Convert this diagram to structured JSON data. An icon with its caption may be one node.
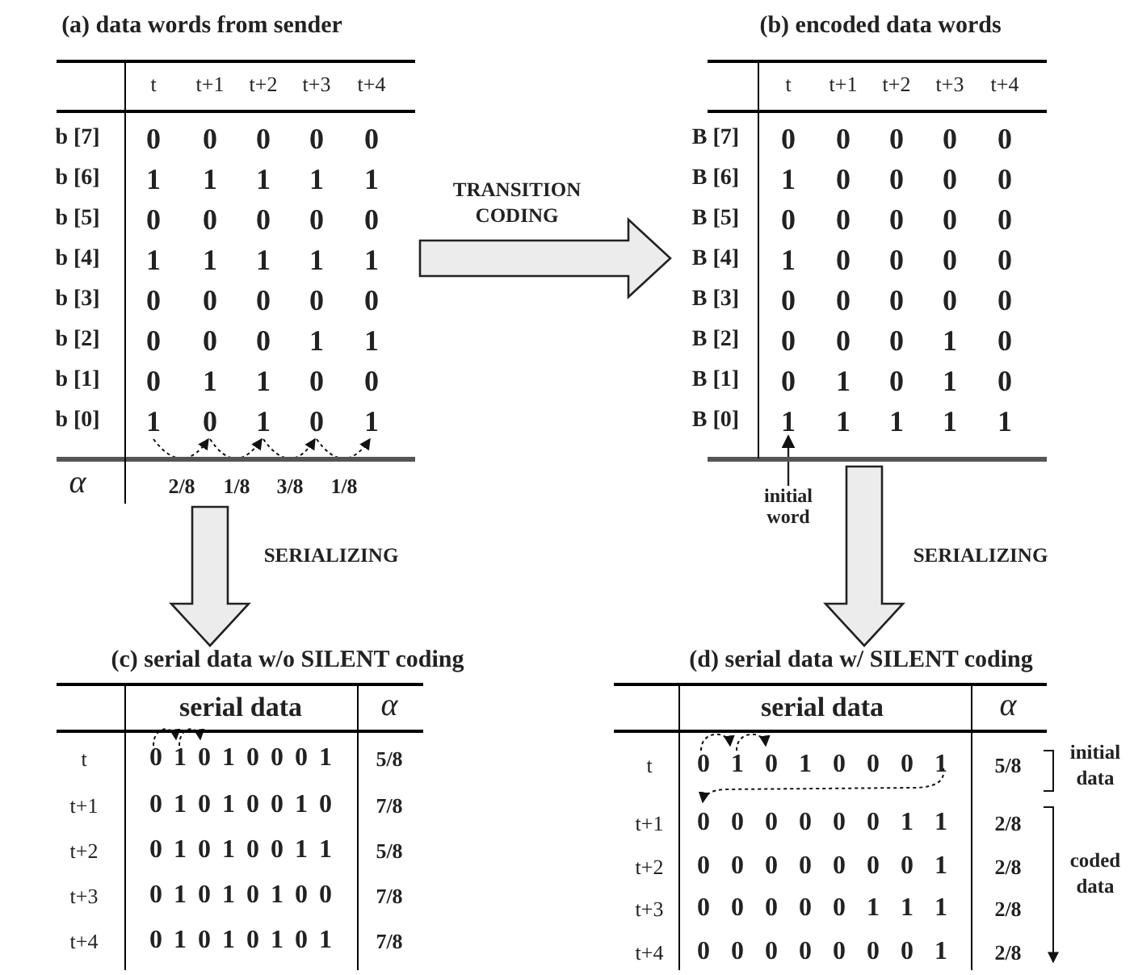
{
  "diagram": {
    "nodes": [
      {
        "text": [
          "(a) data words from sender"
        ]
      },
      {
        "text": [
          "(b) encoded data words"
        ]
      },
      {
        "text": [
          "(c) serial data w/o SILENT coding"
        ]
      },
      {
        "text": [
          "(d) serial data w/ SILENT coding"
        ]
      },
      {
        "text": [
          "initial word"
        ]
      },
      {
        "text": [
          "1"
        ],
        "in": 1
      }
    ],
    "edges": [
      {
        "from": 0,
        "to": 1,
        "arrow": "to",
        "label": "TRANSITION CODING",
        "style": "thick"
      },
      {
        "from": 0,
        "to": 2,
        "arrow": "to",
        "label": "SERIALIZING",
        "style": "thick"
      },
      {
        "from": 1,
        "to": 3,
        "arrow": "to",
        "label": "SERIALIZING",
        "style": "thick"
      },
      {
        "from": 4,
        "to": 5,
        "arrow": "to"
      }
    ],
    "labels": [
      "t",
      "t+1",
      "t+2",
      "t+3",
      "t+4",
      "b [7]",
      "0",
      "0",
      "0",
      "0",
      "0",
      "b [6]",
      "1",
      "1",
      "1",
      "1",
      "1",
      "b [5]",
      "0",
      "0",
      "0",
      "0",
      "0",
      "b [4]",
      "1",
      "1",
      "1",
      "1",
      "1",
      "b [3]",
      "0",
      "0",
      "0",
      "0",
      "0",
      "b [2]",
      "0",
      "0",
      "0",
      "1",
      "1",
      "b [1]",
      "0",
      "1",
      "1",
      "0",
      "0",
      "b [0]",
      "1",
      "0",
      "1",
      "0",
      "1",
      "α",
      "2/8",
      "1/8",
      "3/8",
      "1/8",
      "t",
      "t+1",
      "t+2",
      "t+3",
      "t+4",
      "B [7]",
      "0",
      "0",
      "0",
      "0",
      "0",
      "B [6]",
      "1",
      "0",
      "0",
      "0",
      "0",
      "B [5]",
      "0",
      "0",
      "0",
      "0",
      "0",
      "B [4]",
      "1",
      "0",
      "0",
      "0",
      "0",
      "B [3]",
      "0",
      "0",
      "0",
      "0",
      "0",
      "B [2]",
      "0",
      "0",
      "0",
      "1",
      "0",
      "B [1]",
      "0",
      "1",
      "0",
      "1",
      "0",
      "B [0]",
      "1",
      "1",
      "1",
      "1",
      "serial data",
      "α",
      "t",
      "0 1 0 1 0 0 0 1",
      "5/8",
      "t+1",
      "0 1 0 1 0 0 1 0",
      "7/8",
      "t+2",
      "0 1 0 1 0 0 1 1",
      "5/8",
      "t+3",
      "0 1 0 1 0 1 0 0",
      "7/8",
      "t+4",
      "0 1 0 1 0 1 0 1",
      "7/8",
      "serial data",
      "α",
      "t",
      "0 1 0 1 0 0 0 1",
      "5/8",
      "t+1",
      "0 0 0 0 0 0 1 1",
      "2/8",
      "t+2",
      "0 0 0 0 0 0 0 1",
      "2/8",
      "t+3",
      "0 0 0 0 0 1 1 1",
      "2/8",
      "t+4",
      "0 0 0 0 0 0 0 1",
      "2/8",
      "initial data",
      "coded data"
    ]
  }
}
